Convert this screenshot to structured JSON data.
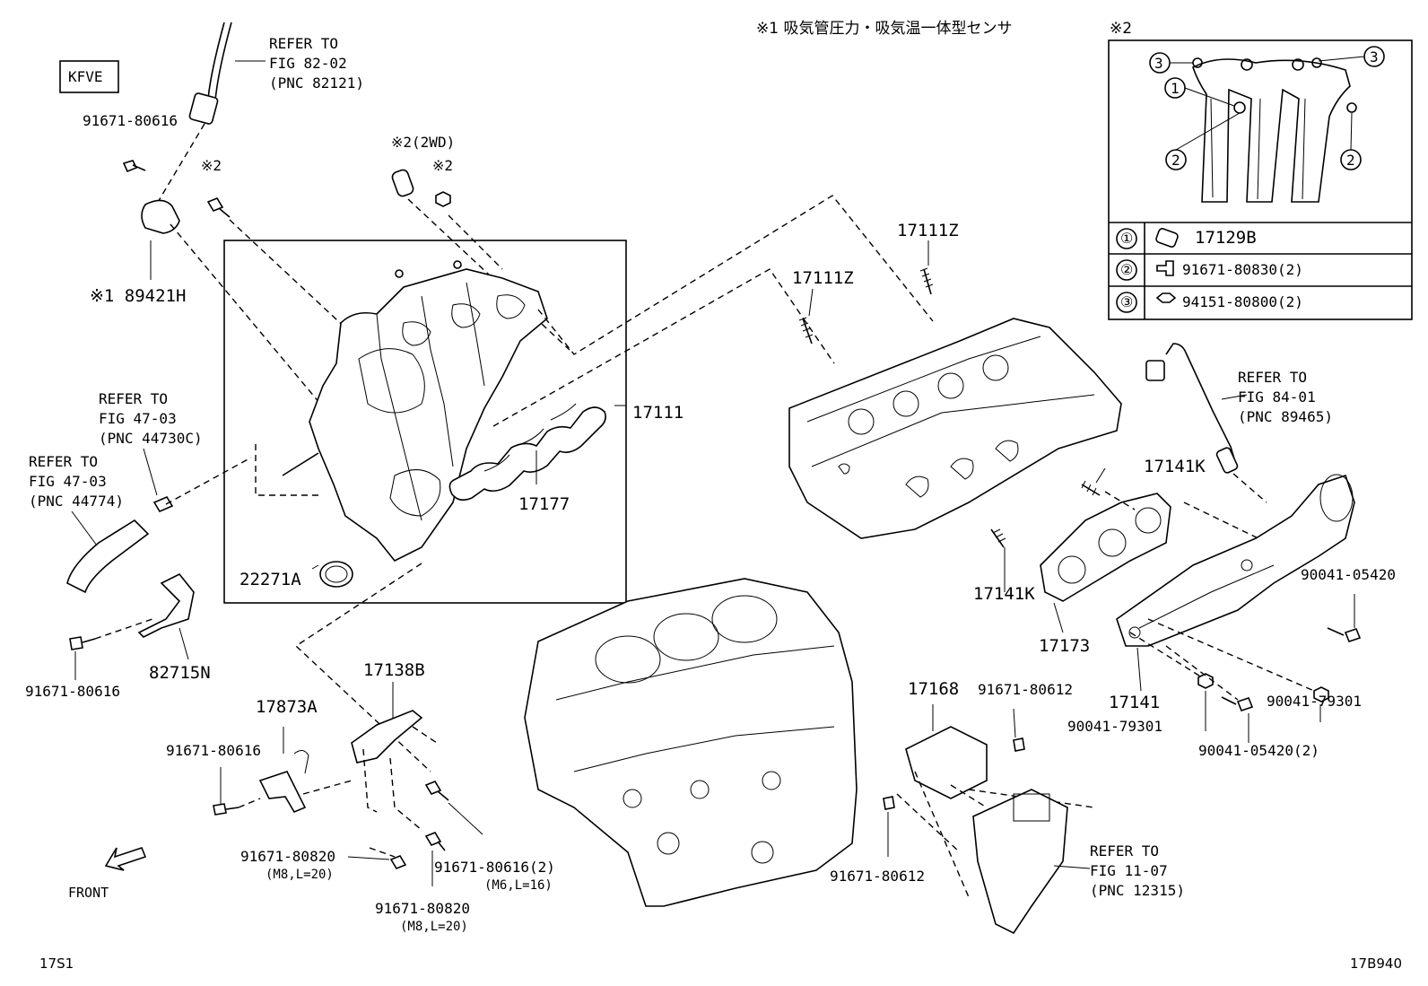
{
  "legend": {
    "note1": "※1 吸気管圧力・吸気温一体型センサ",
    "note2": "※2",
    "rows": [
      {
        "num": "①",
        "part": "17129B"
      },
      {
        "num": "②",
        "part": "91671-80830(2)"
      },
      {
        "num": "③",
        "part": "94151-80800(2)"
      }
    ],
    "callouts": [
      "1",
      "2",
      "2",
      "3",
      "3"
    ]
  },
  "engine_code": "KFVE",
  "refs": {
    "fig82": [
      "REFER TO",
      "FIG 82-02",
      "(PNC 82121)"
    ],
    "fig47a": [
      "REFER TO",
      "FIG 47-03",
      "(PNC 44730C)"
    ],
    "fig47b": [
      "REFER TO",
      "FIG 47-03",
      "(PNC 44774)"
    ],
    "fig84": [
      "REFER TO",
      "FIG 84-01",
      "(PNC 89465)"
    ],
    "fig11": [
      "REFER TO",
      "FIG 11-07",
      "(PNC 12315)"
    ]
  },
  "labels": {
    "p91671_80616_a": "91671-80616",
    "p89421h": "※1 89421H",
    "note2_a": "※2",
    "note2_2wd": "※2(2WD)",
    "note2_b": "※2",
    "p17111": "17111",
    "p17177": "17177",
    "p22271a": "22271A",
    "p17111z_a": "17111Z",
    "p17111z_b": "17111Z",
    "p17141k_a": "17141K",
    "p17141k_b": "17141K",
    "p17173": "17173",
    "p17141": "17141",
    "p90041_05420": "90041-05420",
    "p90041_79301_a": "90041-79301",
    "p90041_79301_b": "90041-79301",
    "p90041_05420_2": "90041-05420(2)",
    "p91671_80616_b": "91671-80616",
    "p82715n": "82715N",
    "p17873a": "17873A",
    "p91671_80616_c": "91671-80616",
    "p17138b": "17138B",
    "p91671_80820_a": "91671-80820",
    "p91671_80820_a_spec": "(M8,L=20)",
    "p91671_80616_2": "91671-80616(2)",
    "p91671_80616_2_spec": "(M6,L=16)",
    "p91671_80820_b": "91671-80820",
    "p91671_80820_b_spec": "(M8,L=20)",
    "p17168": "17168",
    "p91671_80612_a": "91671-80612",
    "p91671_80612_b": "91671-80612",
    "front": "FRONT"
  },
  "footer": {
    "left": "17S1",
    "right": "17B940"
  }
}
